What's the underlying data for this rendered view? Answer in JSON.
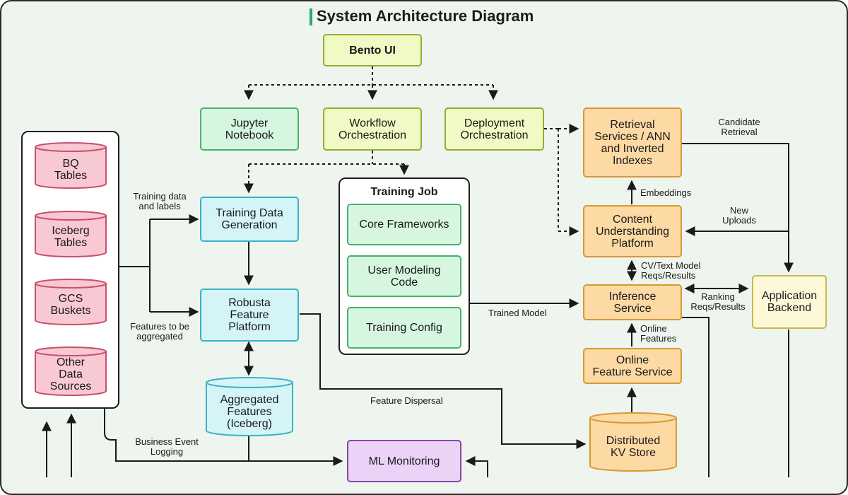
{
  "title": "System Architecture Diagram",
  "nodes": {
    "bento_ui": "Bento UI",
    "jupyter_l1": "Jupyter",
    "jupyter_l2": "Notebook",
    "workflow_l1": "Workflow",
    "workflow_l2": "Orchestration",
    "deployment_l1": "Deployment",
    "deployment_l2": "Orchestration",
    "retrieval_l1": "Retrieval",
    "retrieval_l2": "Services / ANN",
    "retrieval_l3": "and Inverted",
    "retrieval_l4": "Indexes",
    "content_l1": "Content",
    "content_l2": "Understanding",
    "content_l3": "Platform",
    "inference_l1": "Inference",
    "inference_l2": "Service",
    "app_backend_l1": "Application",
    "app_backend_l2": "Backend",
    "online_feature_l1": "Online",
    "online_feature_l2": "Feature Service",
    "training_data_l1": "Training Data",
    "training_data_l2": "Generation",
    "robusta_l1": "Robusta",
    "robusta_l2": "Feature",
    "robusta_l3": "Platform",
    "training_job_title": "Training Job",
    "core_frameworks": "Core Frameworks",
    "user_modeling_l1": "User Modeling",
    "user_modeling_l2": "Code",
    "training_config": "Training Config",
    "ml_monitoring": "ML Monitoring"
  },
  "cylinders": {
    "bq_l1": "BQ",
    "bq_l2": "Tables",
    "iceberg_l1": "Iceberg",
    "iceberg_l2": "Tables",
    "gcs_l1": "GCS",
    "gcs_l2": "Buskets",
    "other_l1": "Other",
    "other_l2": "Data",
    "other_l3": "Sources",
    "aggregated_l1": "Aggregated",
    "aggregated_l2": "Features",
    "aggregated_l3": "(Iceberg)",
    "kv_l1": "Distributed",
    "kv_l2": "KV Store"
  },
  "edge_labels": {
    "training_data_l1": "Training data",
    "training_data_l2": "and labels",
    "features_agg_l1": "Features to be",
    "features_agg_l2": "aggregated",
    "business_l1": "Business Event",
    "business_l2": "Logging",
    "feature_dispersal": "Feature Dispersal",
    "trained_model": "Trained Model",
    "candidate_l1": "Candidate",
    "candidate_l2": "Retrieval",
    "embeddings": "Embeddings",
    "new_uploads_l1": "New",
    "new_uploads_l2": "Uploads",
    "cv_text_l1": "CV/Text Model",
    "cv_text_l2": "Reqs/Results",
    "ranking_l1": "Ranking",
    "ranking_l2": "Reqs/Results",
    "online_features_l1": "Online",
    "online_features_l2": "Features"
  },
  "colors": {
    "background": "#eef4ee",
    "lime": "#f1f9c5",
    "green": "#d7f6df",
    "blue": "#d5f4f8",
    "orange": "#fdd9a3",
    "cream": "#fdf8d7",
    "purple": "#ead3f7",
    "pink": "#f8c8d3",
    "accent": "#2fa56a"
  }
}
